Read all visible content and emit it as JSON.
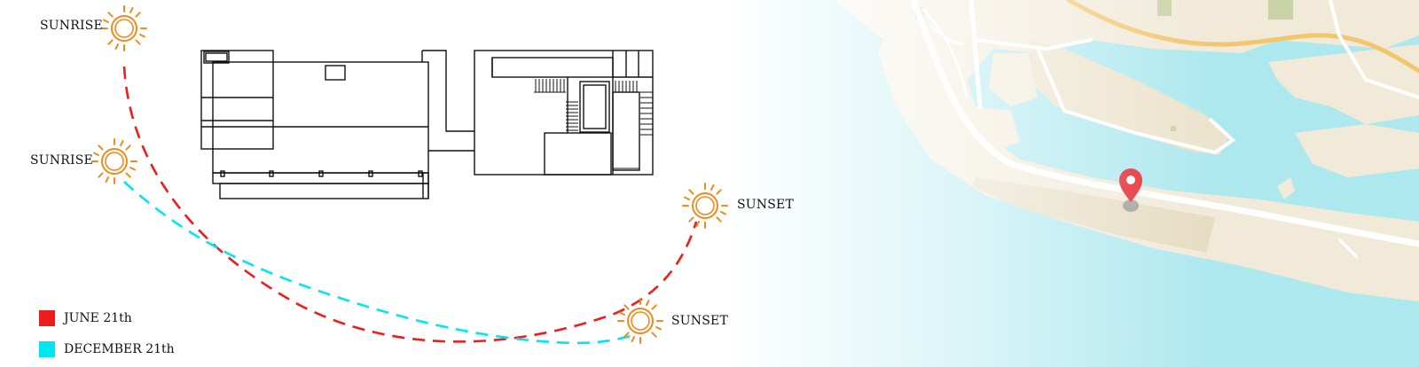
{
  "labels": {
    "sunrise_june": "SUNRISE",
    "sunrise_december": "SUNRISE",
    "sunset_june": "SUNSET",
    "sunset_december": "SUNSET"
  },
  "legend": [
    {
      "label": "JUNE 21th",
      "color": "#ee1c1c"
    },
    {
      "label": "DECEMBER 21th",
      "color": "#00e6f0"
    }
  ],
  "colors": {
    "june_path": "#ee1c1c",
    "december_path": "#00e6f0",
    "sun": "#f08a1c",
    "water": "#aee8ef",
    "land": "#f1ead9",
    "road": "#ffffff",
    "highway": "#f3c66e",
    "park": "#c9d3a6",
    "pin": "#e3262c"
  },
  "icons": {
    "sun": "sun-icon",
    "pin": "map-pin-icon"
  }
}
